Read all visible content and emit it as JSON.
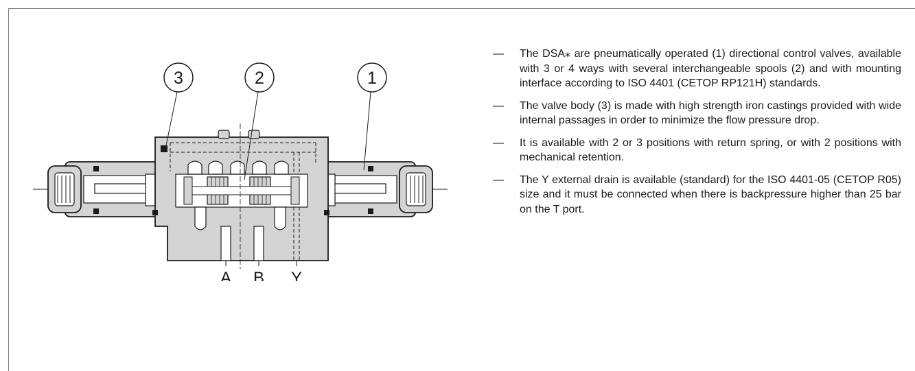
{
  "diagram": {
    "callouts": [
      "3",
      "2",
      "1"
    ],
    "ports": [
      "A",
      "B",
      "Y"
    ]
  },
  "description": {
    "bullet": "—",
    "items": [
      "The DSA⁎ are pneumatically operated (1) directional control valves, available with 3 or 4 ways with several interchangeable spools (2) and with mounting interface according to ISO 4401 (CETOP RP121H) standards.",
      "The valve body (3) is made with high strength iron castings provided with wide internal passages in order to minimize the flow pressure drop.",
      "It is available with 2 or 3 positions with return spring, or with 2 positions with mechanical retention.",
      "The Y external drain is available (standard) for the ISO 4401-05 (CETOP R05) size and it must be connected when there is backpressure higher than 25 bar on the T port."
    ]
  },
  "colors": {
    "body_fill": "#d4d4d4",
    "line": "#1a1a1a",
    "frame": "#7a7a7a"
  }
}
